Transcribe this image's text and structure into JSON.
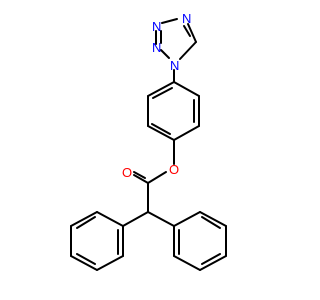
{
  "molecule": {
    "atoms": {
      "tz_n1": {
        "symbol": "N",
        "color": "#0000ff"
      },
      "tz_n2": {
        "symbol": "N",
        "color": "#0000ff"
      },
      "tz_n3": {
        "symbol": "N",
        "color": "#0000ff"
      },
      "tz_n4": {
        "symbol": "N",
        "color": "#0000ff"
      },
      "ester_o_carbonyl": {
        "symbol": "O",
        "color": "#ff0000"
      },
      "ester_o_ether": {
        "symbol": "O",
        "color": "#ff0000"
      }
    }
  }
}
